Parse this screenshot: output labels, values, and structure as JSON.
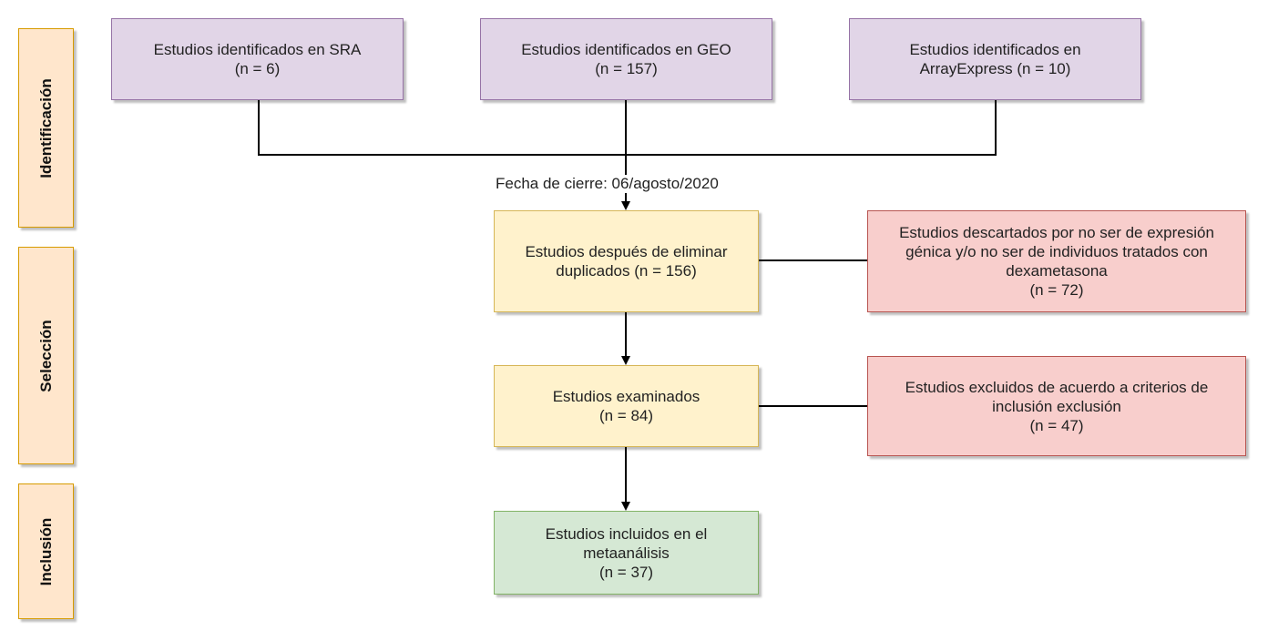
{
  "stages": [
    {
      "id": "identificacion",
      "label": "Identificación"
    },
    {
      "id": "seleccion",
      "label": "Selección"
    },
    {
      "id": "inclusion",
      "label": "Inclusión"
    }
  ],
  "sources": {
    "sra": {
      "line1": "Estudios identificados en SRA",
      "line2": "(n = 6)"
    },
    "geo": {
      "line1": "Estudios identificados en GEO",
      "line2": "(n = 157)"
    },
    "arrayexpress": {
      "line1": "Estudios identificados en",
      "line2": "ArrayExpress (n = 10)"
    }
  },
  "closing_date_label": "Fecha de cierre: 06/agosto/2020",
  "dedup": {
    "line1": "Estudios después de eliminar",
    "line2": "duplicados (n = 156)"
  },
  "discarded": {
    "line1": "Estudios descartados por no ser de expresión",
    "line2": "génica y/o no ser de individuos tratados con",
    "line3": "dexametasona",
    "line4": "(n = 72)"
  },
  "examined": {
    "line1": "Estudios examinados",
    "line2": "(n = 84)"
  },
  "excluded": {
    "line1": "Estudios excluidos de acuerdo a criterios de",
    "line2": "inclusión exclusión",
    "line3": "(n = 47)"
  },
  "included": {
    "line1": "Estudios incluidos en el",
    "line2": "metaanálisis",
    "line3": "(n = 37)"
  }
}
